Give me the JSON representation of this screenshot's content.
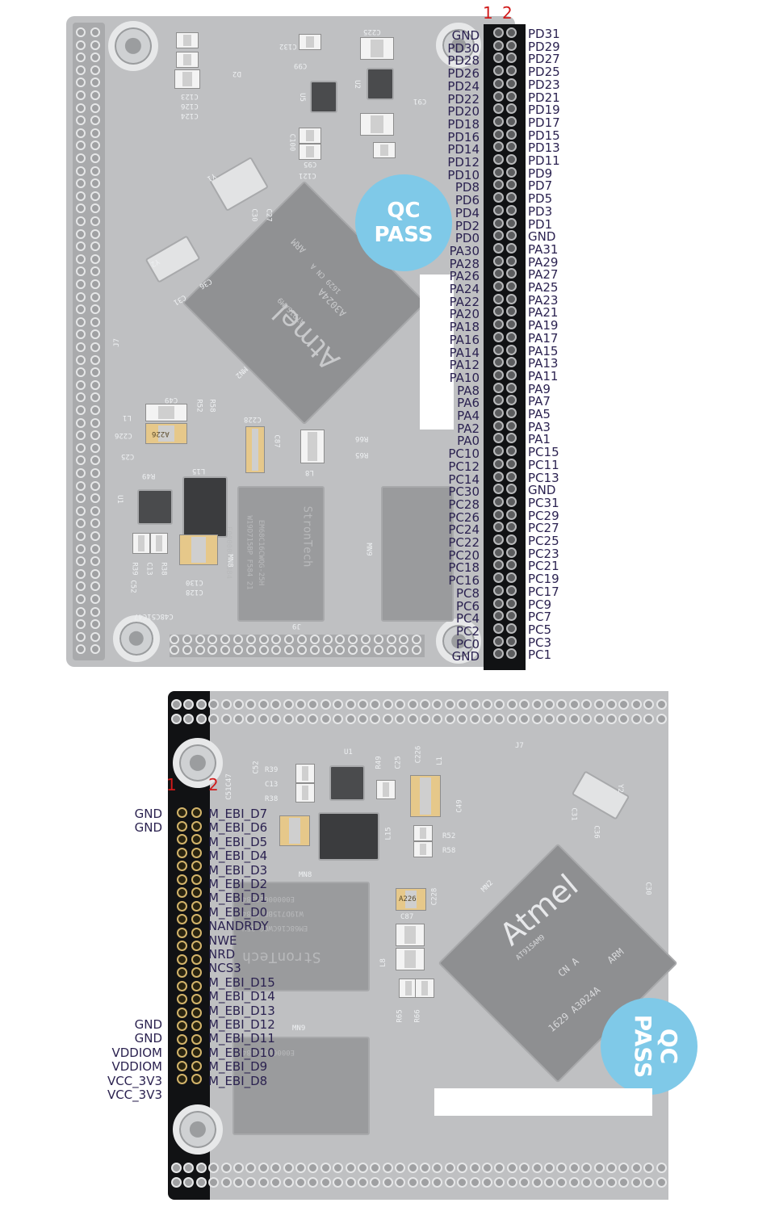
{
  "top_panel": {
    "pin_numbers": [
      "1",
      "2"
    ],
    "left_labels": [
      "GND",
      "PD30",
      "PD28",
      "PD26",
      "PD24",
      "PD22",
      "PD20",
      "PD18",
      "PD16",
      "PD14",
      "PD12",
      "PD10",
      "PD8",
      "PD6",
      "PD4",
      "PD2",
      "PD0",
      "PA30",
      "PA28",
      "PA26",
      "PA24",
      "PA22",
      "PA20",
      "PA18",
      "PA16",
      "PA14",
      "PA12",
      "PA10",
      "PA8",
      "PA6",
      "PA4",
      "PA2",
      "PA0",
      "PC10",
      "PC12",
      "PC14",
      "PC30",
      "PC28",
      "PC26",
      "PC24",
      "PC22",
      "PC20",
      "PC18",
      "PC16",
      "PC8",
      "PC6",
      "PC4",
      "PC2",
      "PC0",
      "GND"
    ],
    "right_labels": [
      "PD31",
      "PD29",
      "PD27",
      "PD25",
      "PD23",
      "PD21",
      "PD19",
      "PD17",
      "PD15",
      "PD13",
      "PD11",
      "PD9",
      "PD7",
      "PD5",
      "PD3",
      "PD1",
      "GND",
      "PA31",
      "PA29",
      "PA27",
      "PA25",
      "PA23",
      "PA21",
      "PA19",
      "PA17",
      "PA15",
      "PA13",
      "PA11",
      "PA9",
      "PA7",
      "PA5",
      "PA3",
      "PA1",
      "PC15",
      "PC11",
      "PC13",
      "GND",
      "PC31",
      "PC29",
      "PC27",
      "PC25",
      "PC23",
      "PC21",
      "PC19",
      "PC17",
      "PC9",
      "PC7",
      "PC5",
      "PC3",
      "PC1"
    ],
    "qc_badge": [
      "QC",
      "PASS"
    ],
    "silk": {
      "c225": "C225",
      "c132": "C132",
      "c99": "C99",
      "d2": "D2",
      "u5": "U5",
      "u2": "U2",
      "c91": "C91",
      "c123": "C123",
      "c126": "C126",
      "c124": "C124",
      "c100": "C100",
      "c95": "C95",
      "c121": "C121",
      "y1": "Y1",
      "c27": "C27",
      "c30": "C30",
      "y2": "Y2",
      "c36": "C36",
      "c31": "C31",
      "j7": "J7",
      "c49": "C49",
      "r52": "R52",
      "r58": "R58",
      "l1": "L1",
      "c226": "C226",
      "c25": "C25",
      "r49": "R49",
      "l15": "L15",
      "u1": "U1",
      "c228": "C228",
      "c87": "C87",
      "l8": "L8",
      "r66": "R66",
      "r65": "R65",
      "mn8": "MN8",
      "mn9": "MN9",
      "mn2": "MN2",
      "j9": "J9",
      "r39": "R39",
      "r38": "R38",
      "c13": "C13",
      "c52": "C52",
      "c130": "C130",
      "c128": "C128",
      "c48": "C48C51C47",
      "chip_brand": "Atmel",
      "chip_sub": "AT91SAM9",
      "chip_code": "1629  CN  A",
      "chip_part": "A3024A",
      "chip_arm": "ARM",
      "ram_brand": "StronTech",
      "ram_part": "EM68C16CWQG-25H",
      "ram_code": "W19D715BP F584 21",
      "ram_lot": "E0000002S384",
      "a226": "A226"
    }
  },
  "bottom_panel": {
    "pin_numbers": [
      "1",
      "2"
    ],
    "left_labels": [
      "GND",
      "GND",
      "",
      "",
      "",
      "",
      "",
      "",
      "",
      "",
      "",
      "",
      "",
      "",
      "",
      "GND",
      "GND",
      "VDDIOM",
      "VDDIOM",
      "VCC_3V3",
      "VCC_3V3"
    ],
    "right_labels": [
      "M_EBI_D7",
      "M_EBI_D6",
      "M_EBI_D5",
      "M_EBI_D4",
      "M_EBI_D3",
      "M_EBI_D2",
      "M_EBI_D1",
      "M_EBI_D0",
      "NANDRDY",
      "NWE",
      "NRD",
      "NCS3",
      "M_EBI_D15",
      "M_EBI_D14",
      "M_EBI_D13",
      "M_EBI_D12",
      "M_EBI_D11",
      "M_EBI_D10",
      "M_EBI_D9",
      "M_EBI_D8"
    ],
    "qc_badge": [
      "QC",
      "PASS"
    ],
    "silk": {
      "u1": "U1",
      "r49": "R49",
      "c25": "C25",
      "c226": "C226",
      "l1": "L1",
      "j7": "J7",
      "r39": "R39",
      "c13": "C13",
      "r38": "R38",
      "c52": "C52",
      "c51c47": "C51C47",
      "l15": "L15",
      "r52": "R52",
      "r58": "R58",
      "c49": "C49",
      "y2": "Y2",
      "c31": "C31",
      "c36": "C36",
      "c30": "C30",
      "mn8": "MN8",
      "mn9": "MN9",
      "mn2": "MN2",
      "c87": "C87",
      "l8": "L8",
      "r65": "R65",
      "r66": "R66",
      "c228": "C228",
      "a226": "A226",
      "chip_brand": "Atmel",
      "chip_sub": "AT91SAM9",
      "chip_code": "CN   A",
      "chip_arm": "ARM",
      "chip_part": "1629  A3024A",
      "ram_lot": "E0000002S384",
      "ram_code": "W19D715BP F584",
      "ram_part": "EM68C16CWQG-25H",
      "ram_brand": "StronTech",
      "e0": "E0000002S384"
    }
  },
  "colors": {
    "board": "#bfc0c2",
    "header": "#111214",
    "label": "#2b2250",
    "pin_number": "#d11a1a",
    "gold_pin": "#d3b46a",
    "qc": "#7fc9e8"
  }
}
